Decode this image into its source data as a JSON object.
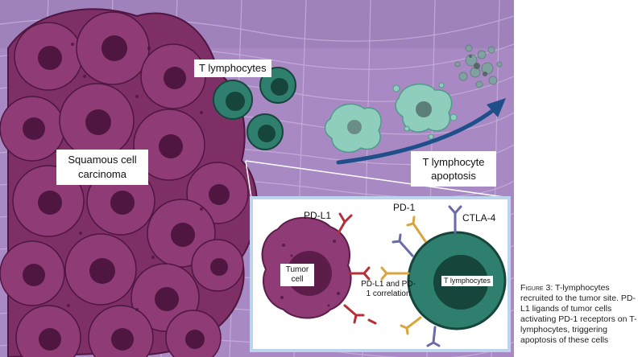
{
  "labels": {
    "t_lymphocytes": "T lymphocytes",
    "squamous": "Squamous cell carcinoma",
    "apoptosis": "T lymphocyte apoptosis",
    "pdl1": "PD-L1",
    "pd1": "PD-1",
    "ctla4": "CTLA-4",
    "tumor_cell": "Tumor cell",
    "t_lymph_inset": "T lymphocytes",
    "correlation": "PD-L1 and PD-1 correlation"
  },
  "caption": {
    "label": "Figure 3:",
    "text": "T-lymphocytes recruited to the tumor site. PD-L1 ligands of tumor cells activating PD-1 receptors on T-lymphocytes, triggering apoptosis of these cells"
  },
  "colors": {
    "tissue": "#a989c4",
    "tissue_line": "#c9b3dc",
    "tumor": "#8e3b76",
    "tumor_dark": "#5c1d4a",
    "tcell": "#2f7f6e",
    "tcell_dark": "#16453b",
    "apoptotic": "#8fcdbd",
    "arrow": "#1f4f8a",
    "pdl1": "#b5303a",
    "pd1": "#d9a540",
    "ctla4": "#6a6aa8",
    "inset_border": "#bcd4ee"
  }
}
